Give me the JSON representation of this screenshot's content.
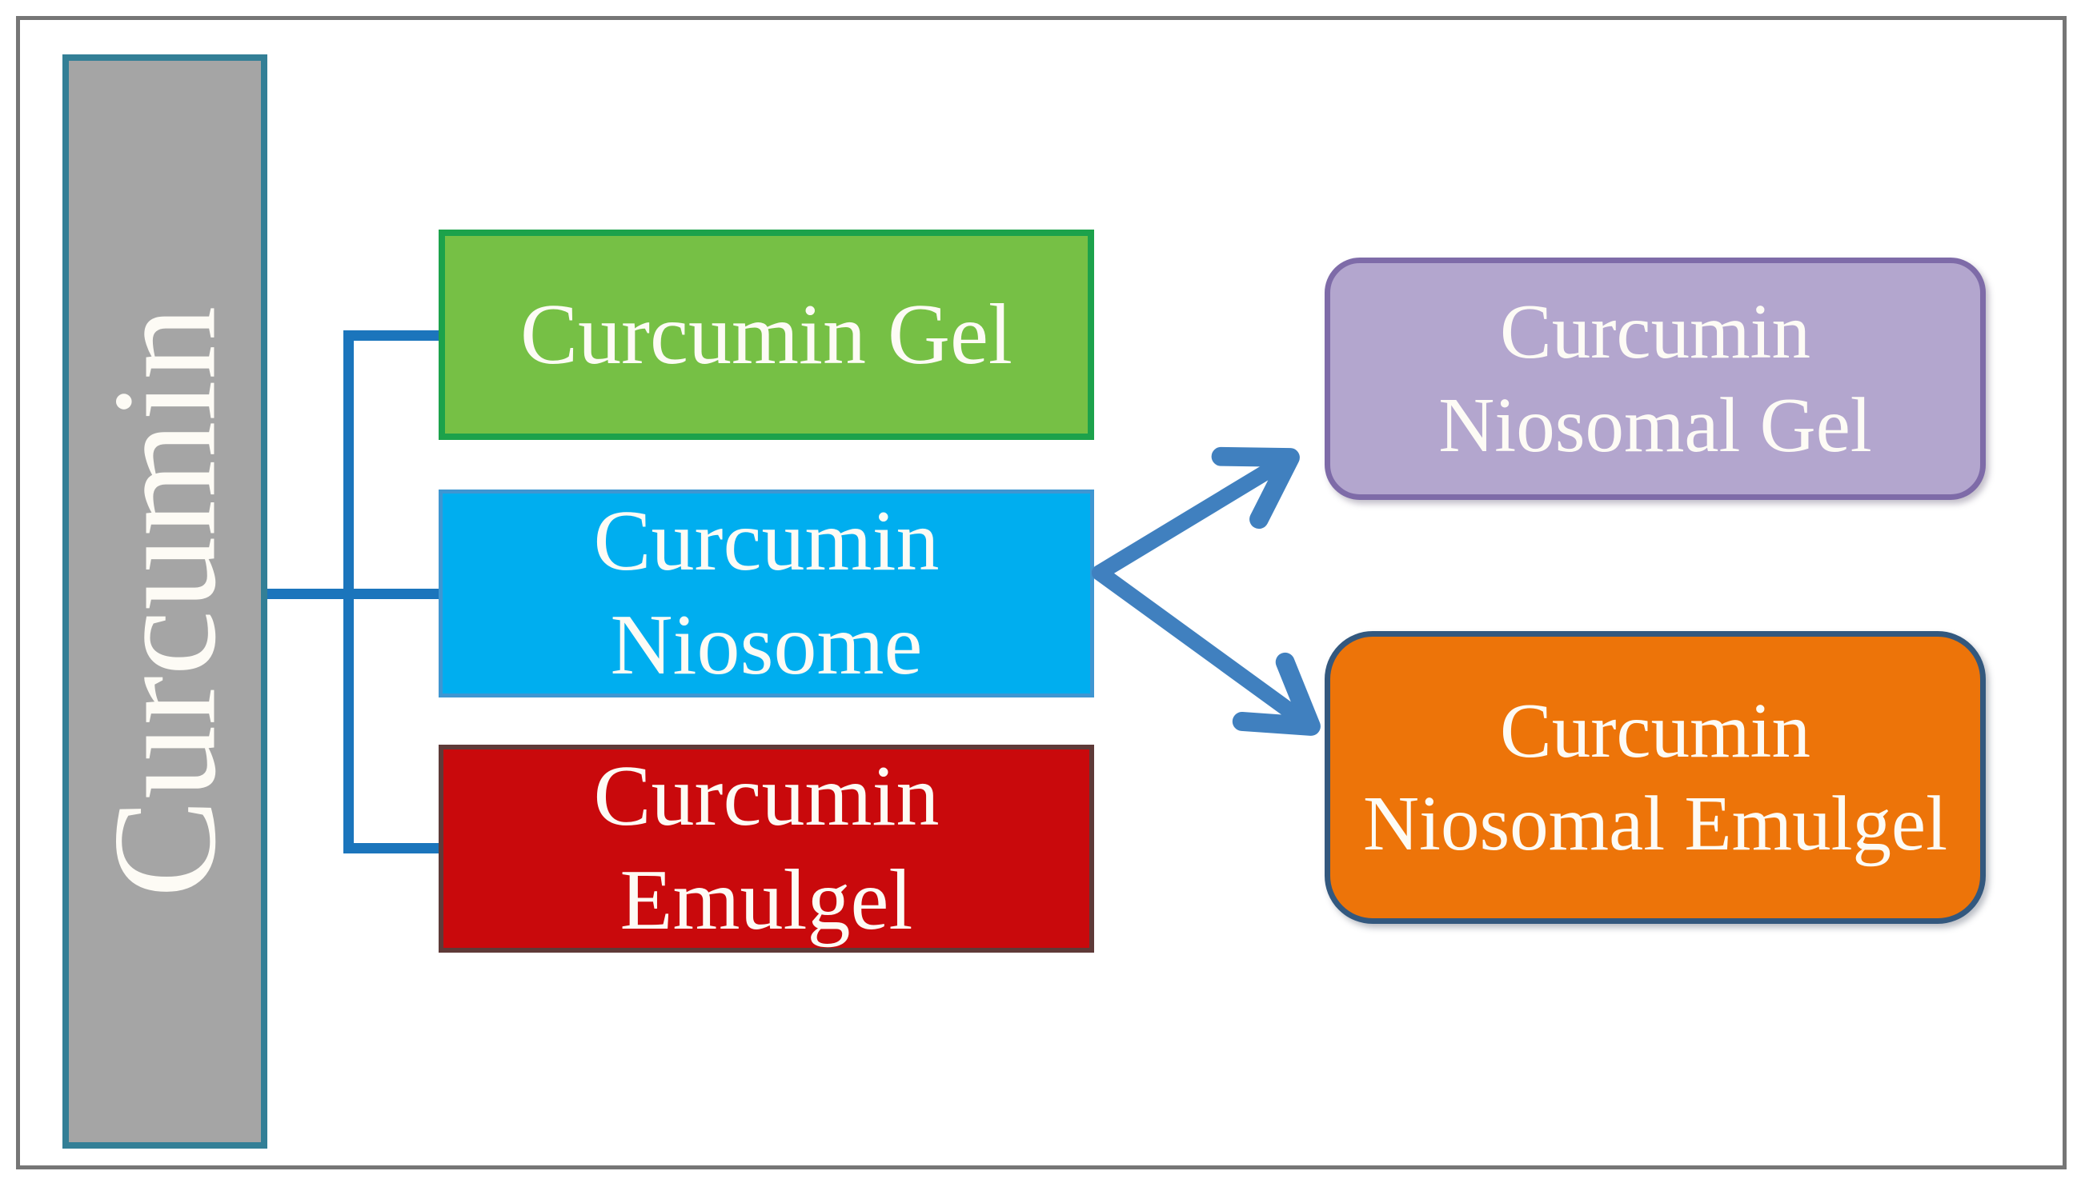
{
  "diagram": {
    "root": {
      "label": "Curcumin"
    },
    "branch_boxes": [
      {
        "name": "curcumin-gel",
        "lines": [
          "Curcumin Gel"
        ]
      },
      {
        "name": "curcumin-niosome",
        "lines": [
          "Curcumin",
          "Niosome"
        ]
      },
      {
        "name": "curcumin-emulgel",
        "lines": [
          "Curcumin",
          "Emulgel"
        ]
      }
    ],
    "outcome_boxes": [
      {
        "name": "curcumin-niosomal-gel",
        "lines": [
          "Curcumin",
          "Niosomal Gel"
        ]
      },
      {
        "name": "curcumin-niosomal-emulgel",
        "lines": [
          "Curcumin",
          "Niosomal Emulgel"
        ]
      }
    ],
    "colors": {
      "frame": "#767676",
      "bar_fill": "#A5A5A5",
      "bar_border": "#337F96",
      "connector": "#1B75BC",
      "arrow": "#4080BF",
      "green_fill": "#76C045",
      "green_border": "#1CA24B",
      "blue_fill": "#00AEEF",
      "blue_border": "#3E96D2",
      "red_fill": "#C9090C",
      "red_border": "#5E3A38",
      "purple_fill": "#B3A6CE",
      "purple_border": "#7E6BA8",
      "orange_fill": "#ED7409",
      "orange_border": "#33587E",
      "text": "#FDFBF5"
    }
  }
}
